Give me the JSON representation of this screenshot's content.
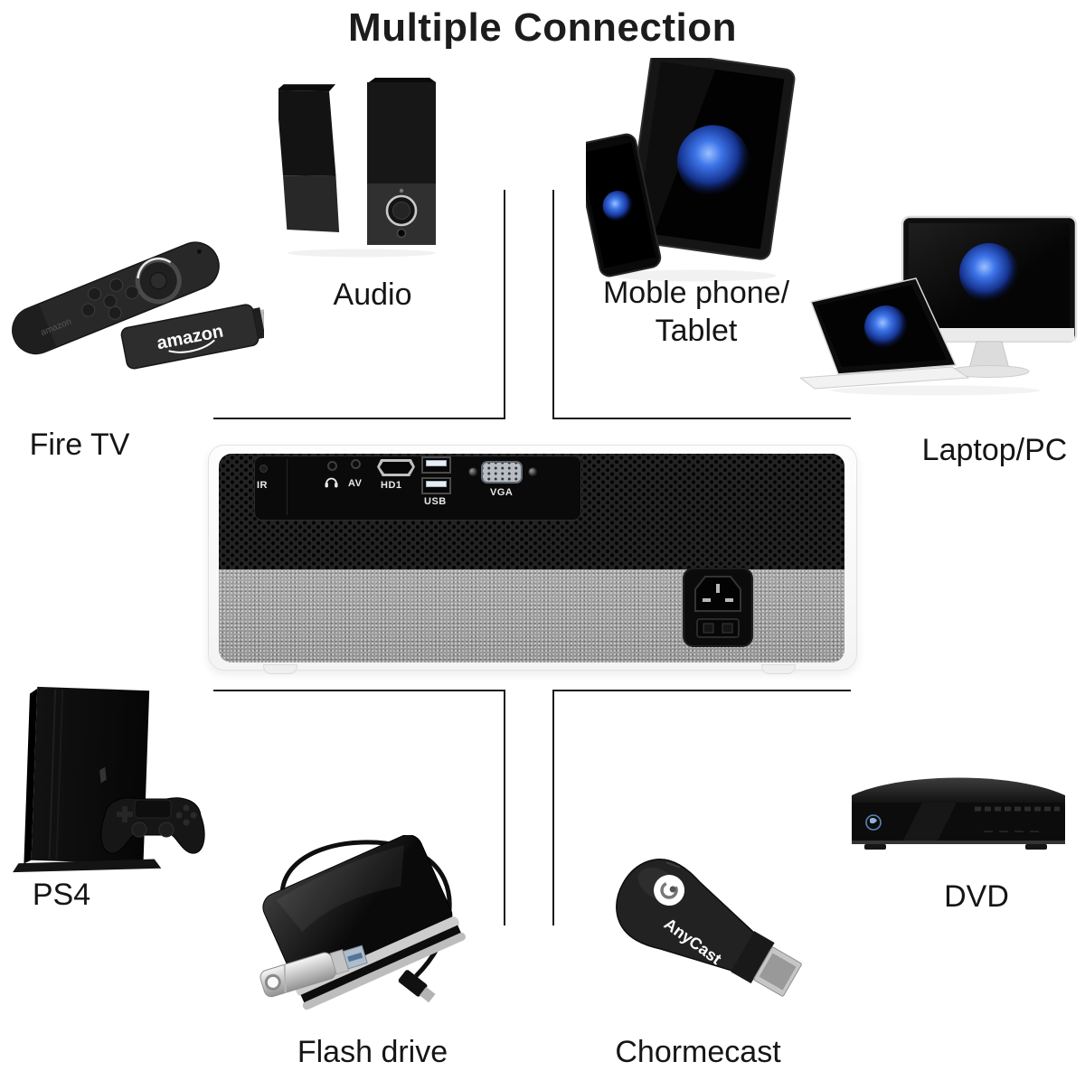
{
  "title": "Multiple Connection",
  "devices": {
    "audio": {
      "label": "Audio"
    },
    "mobile_tablet": {
      "label_line1": "Moble phone/",
      "label_line2": "Tablet"
    },
    "fire_tv": {
      "label": "Fire TV",
      "brand": "amazon"
    },
    "laptop_pc": {
      "label": "Laptop/PC"
    },
    "ps4": {
      "label": "PS4"
    },
    "dvd": {
      "label": "DVD"
    },
    "flash_drive": {
      "label": "Flash drive"
    },
    "chromecast": {
      "label": "Chormecast",
      "brand": "AnyCast"
    }
  },
  "projector": {
    "port_labels": {
      "ir": "IR",
      "av": "AV",
      "hdmi": "HD1",
      "usb": "USB",
      "vga": "VGA"
    }
  },
  "colors": {
    "background": "#ffffff",
    "text": "#151515",
    "connector_line": "#1a1a1a",
    "mesh_black": "#232323",
    "fabric_gray": "#9c9c9c",
    "globe_blue": "#2f63d8"
  }
}
